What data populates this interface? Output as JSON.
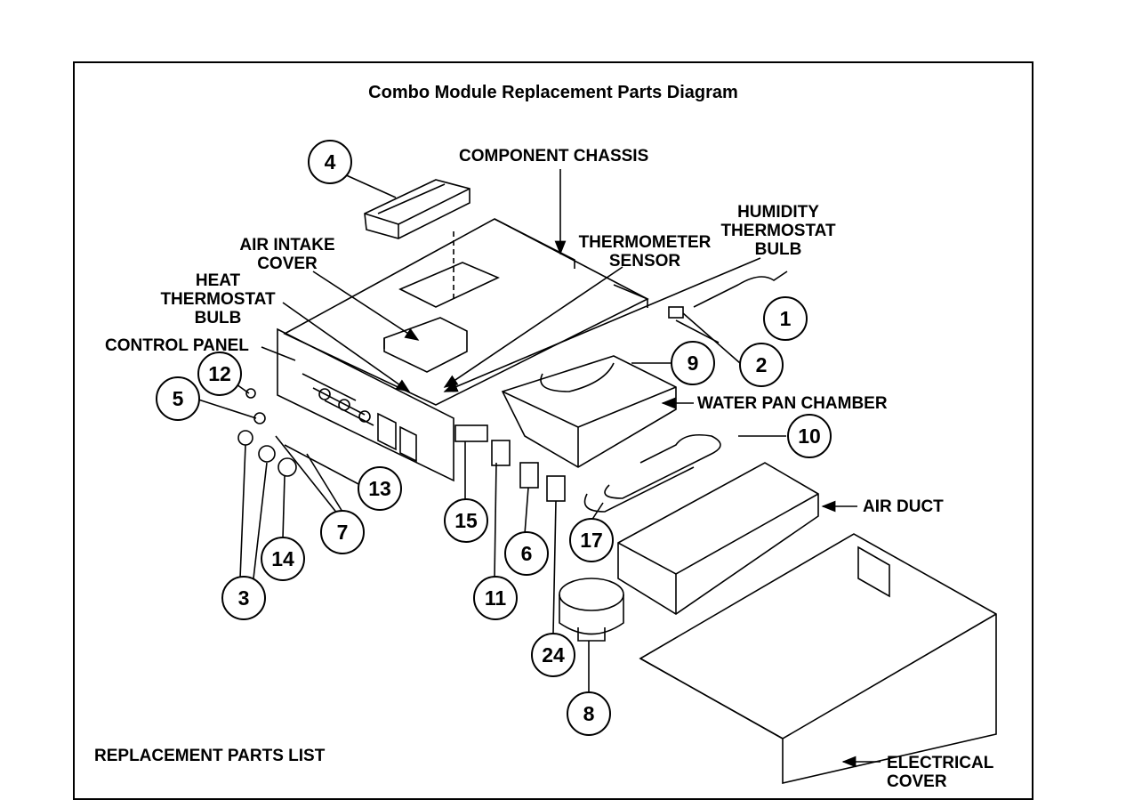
{
  "title": "Combo Module Replacement Parts Diagram",
  "labels": {
    "component_chassis": "COMPONENT CHASSIS",
    "humidity_thermostat_bulb": [
      "HUMIDITY",
      "THERMOSTAT",
      "BULB"
    ],
    "thermometer_sensor": [
      "THERMOMETER",
      "SENSOR"
    ],
    "air_intake_cover": [
      "AIR INTAKE",
      "COVER"
    ],
    "heat_thermostat_bulb": [
      "HEAT",
      "THERMOSTAT",
      "BULB"
    ],
    "control_panel": "CONTROL PANEL",
    "water_pan_chamber": "WATER PAN CHAMBER",
    "air_duct": "AIR DUCT",
    "electrical_cover": [
      "ELECTRICAL",
      "COVER"
    ]
  },
  "callouts": [
    "1",
    "2",
    "3",
    "4",
    "5",
    "6",
    "7",
    "8",
    "9",
    "10",
    "11",
    "12",
    "13",
    "14",
    "15",
    "17",
    "24"
  ],
  "parts_list_heading": "REPLACEMENT PARTS LIST"
}
